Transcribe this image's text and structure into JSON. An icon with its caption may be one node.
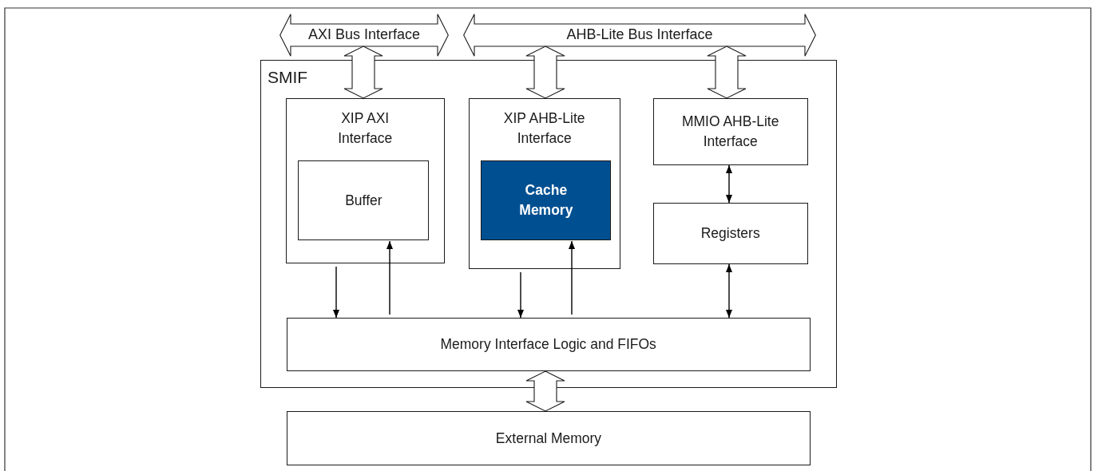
{
  "diagram": {
    "nodes": [
      {
        "text": [
          "AXI Bus Interface"
        ]
      },
      {
        "text": [
          "AHB-Lite Bus Interface"
        ]
      },
      {
        "text": [
          "SMIF"
        ]
      },
      {
        "text": [
          "XIP AXI Interface"
        ],
        "in": 2
      },
      {
        "text": [
          "Buffer"
        ],
        "in": 3
      },
      {
        "text": [
          "XIP AHB-Lite Interface"
        ],
        "in": 2
      },
      {
        "text": [
          "Cache Memory"
        ],
        "in": 5
      },
      {
        "text": [
          "MMIO AHB-Lite Interface"
        ],
        "in": 2
      },
      {
        "text": [
          "Registers"
        ],
        "in": 2
      },
      {
        "text": [
          "Memory Interface Logic and FIFOs"
        ],
        "in": 2
      },
      {
        "text": [
          "External Memory"
        ]
      }
    ],
    "edges": [
      {
        "from": 0,
        "to": 3,
        "arrow": "both",
        "style": "thick"
      },
      {
        "from": 1,
        "to": 5,
        "arrow": "both",
        "style": "thick"
      },
      {
        "from": 1,
        "to": 7,
        "arrow": "both",
        "style": "thick"
      },
      {
        "from": 3,
        "to": 9,
        "arrow": "to"
      },
      {
        "from": 9,
        "to": 4,
        "arrow": "to"
      },
      {
        "from": 5,
        "to": 9,
        "arrow": "to"
      },
      {
        "from": 9,
        "to": 6,
        "arrow": "to"
      },
      {
        "from": 7,
        "to": 8,
        "arrow": "both"
      },
      {
        "from": 8,
        "to": 9,
        "arrow": "both"
      },
      {
        "from": 9,
        "to": 10,
        "arrow": "both",
        "style": "thick"
      }
    ]
  }
}
